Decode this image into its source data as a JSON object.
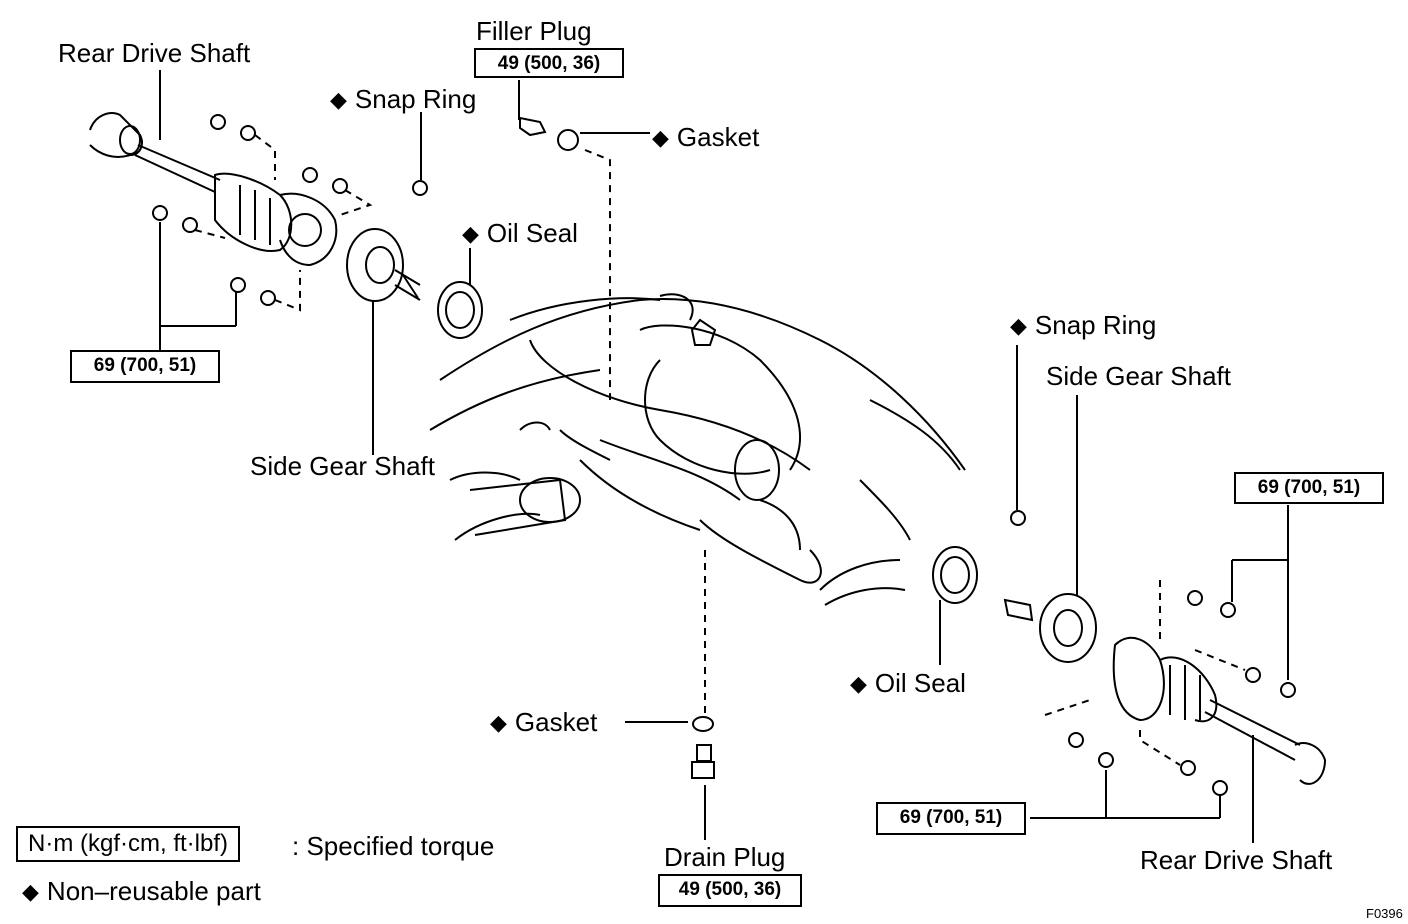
{
  "labels": {
    "filler_plug": "Filler Plug",
    "filler_plug_torque": "49 (500, 36)",
    "rear_drive_shaft_left": "Rear Drive Shaft",
    "snap_ring_left": "Snap Ring",
    "gasket_top": "Gasket",
    "oil_seal_left": "Oil Seal",
    "torque_left": "69 (700, 51)",
    "side_gear_shaft_left": "Side Gear Shaft",
    "snap_ring_right": "Snap Ring",
    "side_gear_shaft_right": "Side Gear Shaft",
    "torque_right_top": "69 (700, 51)",
    "oil_seal_right": "Oil Seal",
    "gasket_bottom": "Gasket",
    "torque_right_bottom": "69 (700, 51)",
    "drain_plug": "Drain Plug",
    "drain_plug_torque": "49 (500, 36)",
    "rear_drive_shaft_right": "Rear Drive Shaft"
  },
  "legend": {
    "torque_units": "N·m (kgf·cm, ft·lbf)",
    "torque_desc": ": Specified torque",
    "non_reusable": "Non–reusable part"
  },
  "figure_code": "F0396"
}
